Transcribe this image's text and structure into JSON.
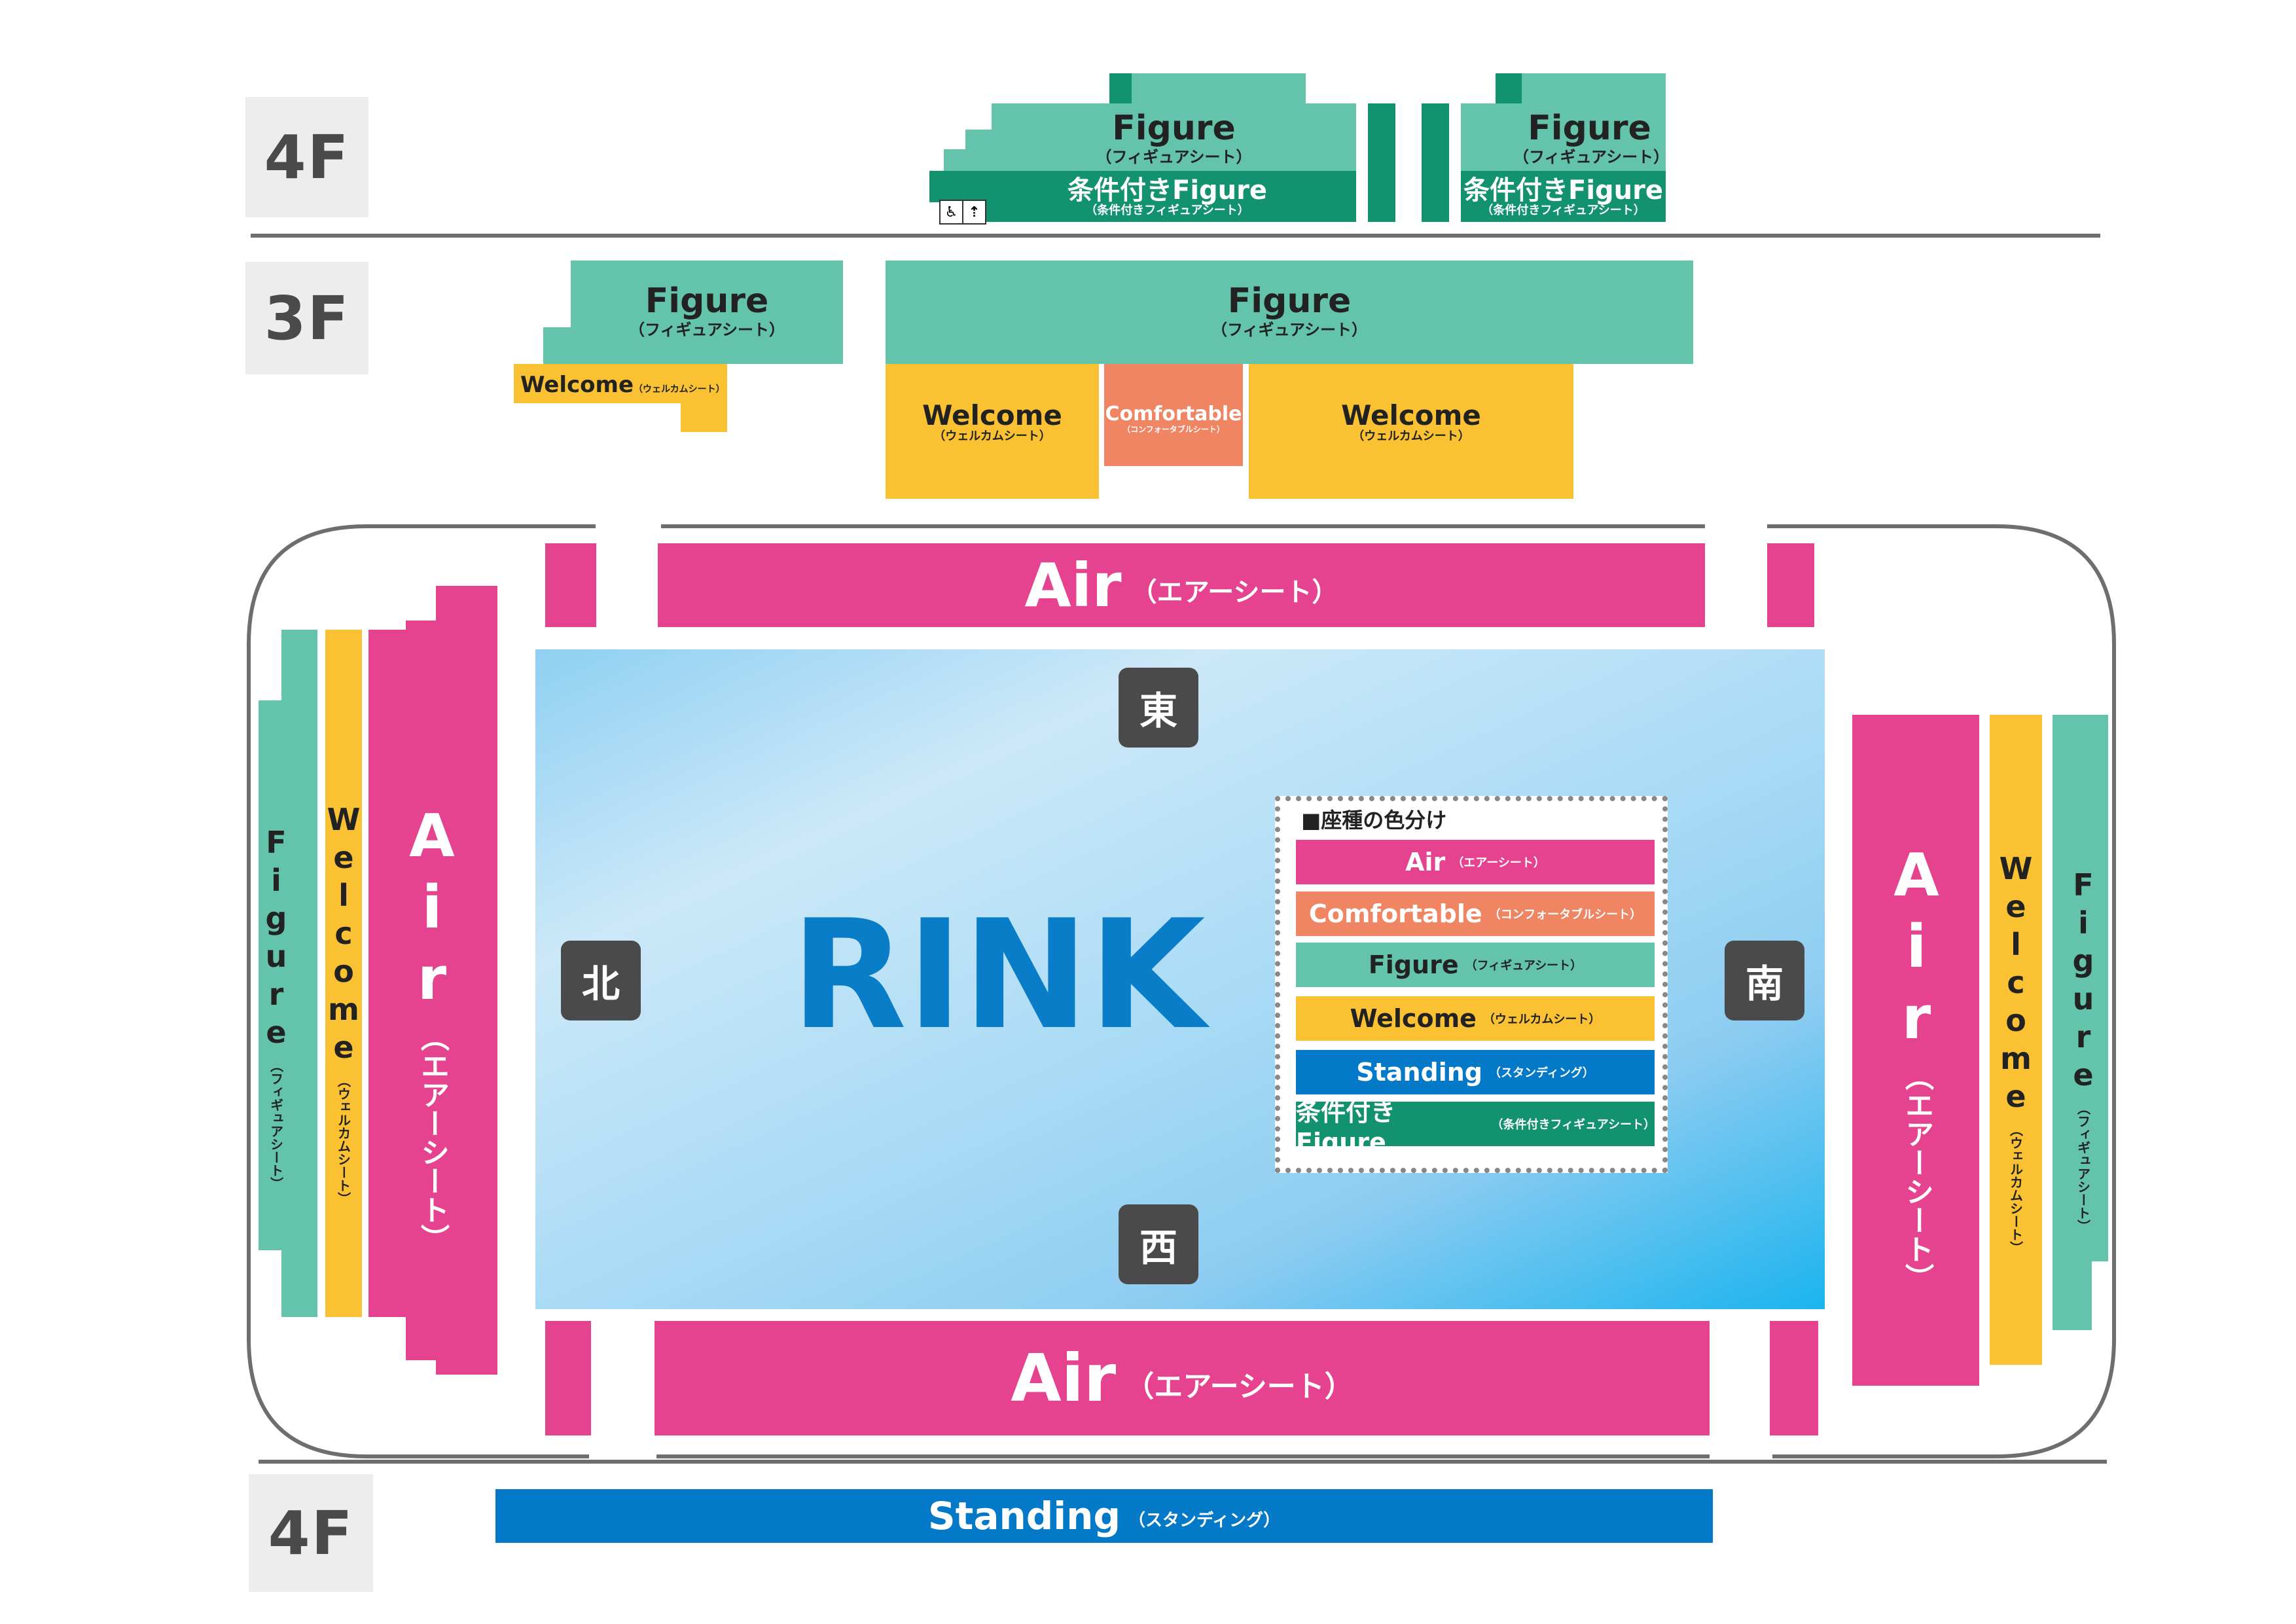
{
  "floors": {
    "top": "4F",
    "mid": "3F",
    "bottom": "4F"
  },
  "sections": {
    "figure": "Figure",
    "figure_sub": "（フィギュアシート）",
    "cond_figure": "条件付きFigure",
    "cond_figure_sub": "（条件付きフィギュアシート）",
    "welcome": "Welcome",
    "welcome_sub": "（ウェルカムシート）",
    "welcome_inline": "Welcome",
    "welcome_inline_sub": "（ウェルカムシート）",
    "comfortable": "Comfortable",
    "comfortable_sub": "（コンフォータブルシート）",
    "air": "Air",
    "air_sub": "（エアーシート）",
    "air_vertical": "Air",
    "air_vertical_sub": "（エアーシート）",
    "standing": "Standing",
    "standing_sub": "（スタンディング）"
  },
  "rink": {
    "label": "RINK"
  },
  "directions": {
    "east": "東",
    "west": "西",
    "north": "北",
    "south": "南"
  },
  "accessibility_icons": [
    "wheelchair-icon",
    "companion-icon"
  ],
  "legend": {
    "title": "■座種の色分け",
    "items": [
      {
        "label": "Air",
        "sub": "（エアーシート）",
        "color": "#e5438f",
        "text_color": "#ffffff"
      },
      {
        "label": "Comfortable",
        "sub": "（コンフォータブルシート）",
        "color": "#ef8563",
        "text_color": "#ffffff"
      },
      {
        "label": "Figure",
        "sub": "（フィギュアシート）",
        "color": "#64c3ab",
        "text_color": "#222222"
      },
      {
        "label": "Welcome",
        "sub": "（ウェルカムシート）",
        "color": "#fac232",
        "text_color": "#222222"
      },
      {
        "label": "Standing",
        "sub": "（スタンディング）",
        "color": "#0479c8",
        "text_color": "#ffffff"
      },
      {
        "label": "条件付きFigure",
        "sub": "（条件付きフィギュアシート）",
        "color": "#139270",
        "text_color": "#ffffff"
      }
    ]
  },
  "colors": {
    "figure": "#64c3ab",
    "welcome": "#fac232",
    "air": "#e5438f",
    "comfortable": "#ef8563",
    "standing": "#0479c8",
    "conditional_figure": "#139270",
    "rink_light": "#cfe9f8",
    "rink_dark": "#1bb4ee",
    "rink_text": "#0a7dc8"
  }
}
